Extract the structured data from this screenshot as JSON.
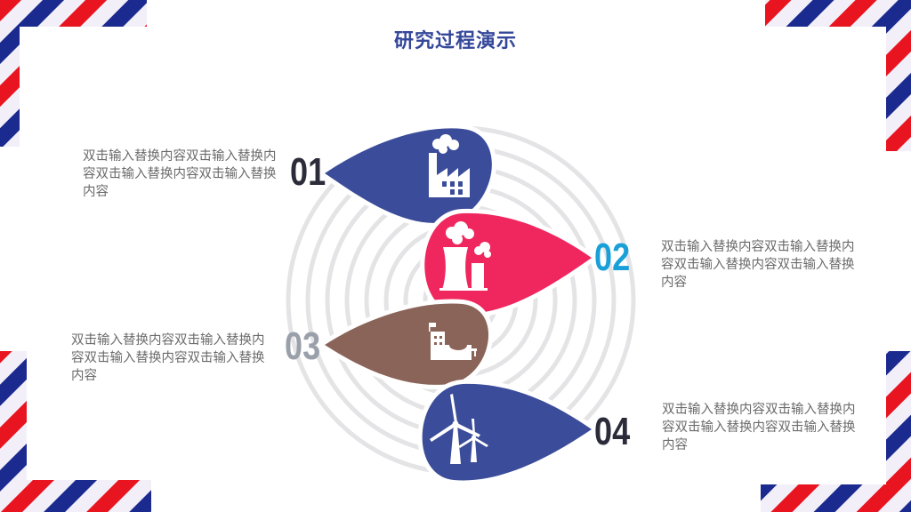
{
  "title": "研究过程演示",
  "colors": {
    "blue": "#3b4d9a",
    "pink": "#f0275e",
    "brown": "#8b6459",
    "accent_cyan": "#1aa0d8",
    "dark": "#2b2b3a",
    "gray_num": "#9aa0aa",
    "frame_red": "#e8141f",
    "frame_blue": "#1b2a8f",
    "frame_bg": "#f2eff9"
  },
  "steps": [
    {
      "number": "01",
      "text": "双击输入替换内容双击输入替换内容双击输入替换内容双击输入替换内容",
      "icon": "factory-icon"
    },
    {
      "number": "02",
      "text": "双击输入替换内容双击输入替换内容双击输入替换内容双击输入替换内容",
      "icon": "power-plant-icon"
    },
    {
      "number": "03",
      "text": "双击输入替换内容双击输入替换内容双击输入替换内容双击输入替换内容",
      "icon": "water-plant-icon"
    },
    {
      "number": "04",
      "text": "双击输入替换内容双击输入替换内容双击输入替换内容双击输入替换内容",
      "icon": "wind-turbine-icon"
    }
  ]
}
